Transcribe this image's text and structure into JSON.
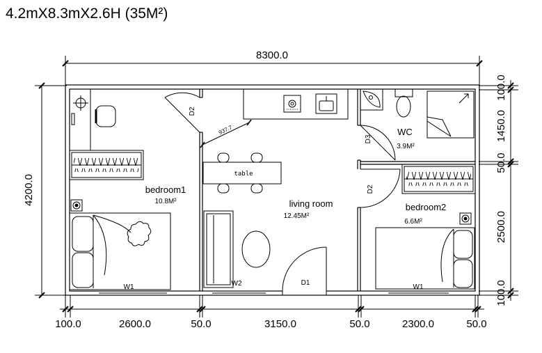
{
  "title": "4.2mX8.3mX2.6H  (35M²)",
  "dimensions": {
    "overall_length": "8300.0",
    "overall_width": "4200.0",
    "bottom": [
      "100.0",
      "2600.0",
      "50.0",
      "3150.0",
      "50.0",
      "2300.0",
      "50.0"
    ],
    "right": [
      "100.0",
      "1450.0",
      "50.0",
      "2500.0",
      "100.0"
    ],
    "diagonal": "937.7"
  },
  "rooms": {
    "bedroom1": {
      "name": "bedroom1",
      "area": "10.8M²"
    },
    "living": {
      "name": "living room",
      "area": "12.45M²"
    },
    "bedroom2": {
      "name": "bedroom2",
      "area": "6.6M²"
    },
    "wc": {
      "name": "WC",
      "area": "3.9M²"
    }
  },
  "labels": {
    "table": "table",
    "d1": "D1",
    "d2_left": "D2",
    "d2_right": "D2",
    "d3": "D3",
    "w1_left": "W1",
    "w2": "W2",
    "w1_right": "W1"
  }
}
